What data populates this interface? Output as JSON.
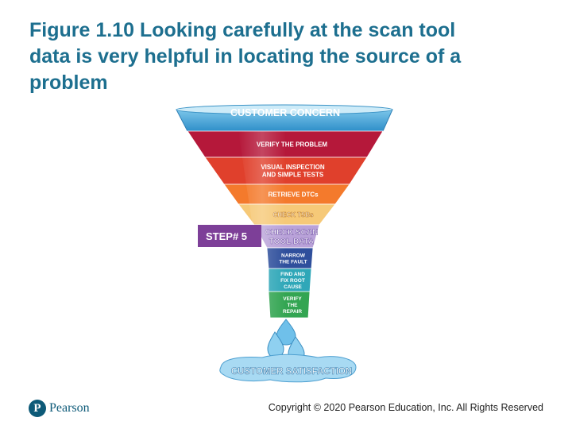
{
  "slide": {
    "title_lines": [
      "Figure 1.10 Looking carefully at the scan tool",
      "data is very helpful in locating the source of a",
      "problem"
    ],
    "copyright": "Copyright © 2020 Pearson Education, Inc. All Rights Reserved"
  },
  "logo": {
    "mark": "P",
    "text": "Pearson",
    "color": "#0d5a78"
  },
  "funnel": {
    "top_label": "CUSTOMER CONCERN",
    "step_badge": "STEP# 5",
    "bottom_label": "CUSTOMER SATISFACTION",
    "bands": [
      {
        "lines": [
          "VERIFY THE PROBLEM"
        ],
        "color": "#b5183a"
      },
      {
        "lines": [
          "VISUAL INSPECTION",
          "AND SIMPLE TESTS"
        ],
        "color": "#e0402c"
      },
      {
        "lines": [
          "RETRIEVE DTCs"
        ],
        "color": "#f47a2c"
      },
      {
        "lines": [
          "CHECK TSBs"
        ],
        "color": "#f6c978"
      },
      {
        "lines": [
          "CHECK SCAN",
          "TOOL DATA"
        ],
        "color": "#b9a2d9"
      },
      {
        "lines": [
          "NARROW",
          "THE FAULT"
        ],
        "color": "#2f4f9c"
      },
      {
        "lines": [
          "FIND AND",
          "FIX ROOT",
          "CAUSE"
        ],
        "color": "#2fa7b8"
      },
      {
        "lines": [
          "VERIFY",
          "THE",
          "REPAIR"
        ],
        "color": "#33a552"
      }
    ],
    "colors": {
      "rim": "#4aa8da",
      "rim_light": "#a9dbf2",
      "badge": "#7d3f98",
      "water": "#6fc0ea",
      "puddle": "#a8daf3"
    }
  }
}
